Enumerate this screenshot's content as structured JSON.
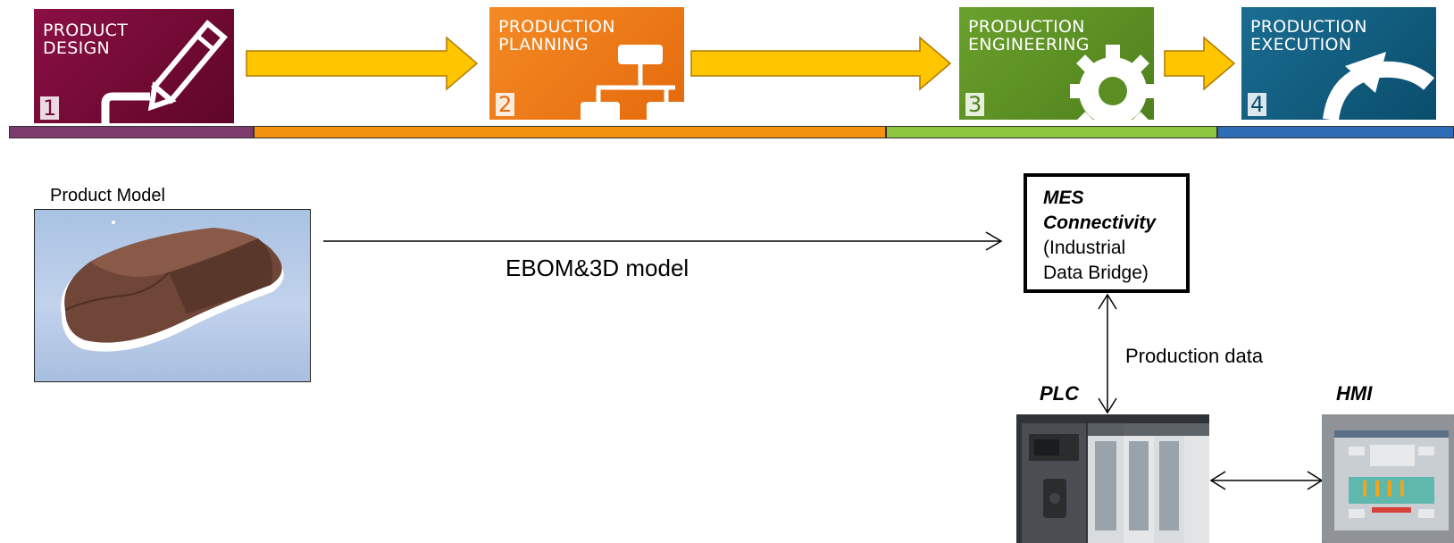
{
  "stages": [
    {
      "line1": "PRODUCT",
      "line2": "DESIGN",
      "number": "1",
      "color": "#7c0a3a"
    },
    {
      "line1": "PRODUCTION",
      "line2": "PLANNING",
      "number": "2",
      "color": "#f07b12"
    },
    {
      "line1": "PRODUCTION",
      "line2": "ENGINEERING",
      "number": "3",
      "color": "#5c9123"
    },
    {
      "line1": "PRODUCTION",
      "line2": "EXECUTION",
      "number": "4",
      "color": "#0e5c80"
    }
  ],
  "colors": {
    "arrow_fill": "#ffc600",
    "arrow_stroke": "#b07a00",
    "bar_design": "#7d3a6c",
    "bar_planning": "#f3920d",
    "bar_engineering": "#8cc63f",
    "bar_execution": "#2f6cb6"
  },
  "product_model": {
    "label": "Product Model"
  },
  "ebom_label": "EBOM&3D model",
  "mes": {
    "line1": "MES",
    "line2": "Connectivity",
    "line3": "(Industrial",
    "line4": "Data Bridge)"
  },
  "production_data_label": "Production data",
  "plc_label": "PLC",
  "hmi_label": "HMI",
  "icons": [
    "pencil-icon",
    "flowchart-icon",
    "gear-icon",
    "cycle-arrow-icon"
  ]
}
